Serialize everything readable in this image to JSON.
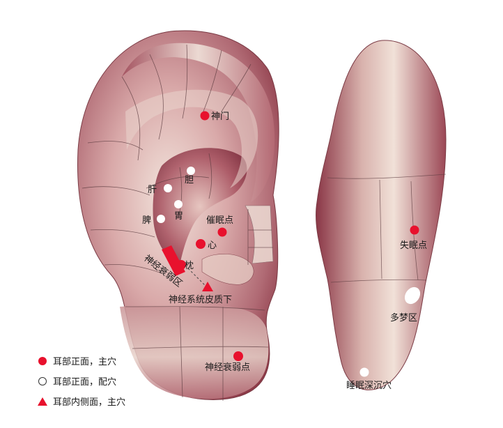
{
  "colors": {
    "main_point": "#e8112d",
    "aux_point": "#ffffff",
    "skin_dark": "#9b3f4e",
    "skin_mid": "#c98a8e",
    "skin_light": "#f3e6dc",
    "lines": "#5a3a3e"
  },
  "labels": {
    "shenmen": "神门",
    "dan": "胆",
    "gan": "肝",
    "wei": "胃",
    "pi": "脾",
    "cuimian": "催眠点",
    "xin": "心",
    "zhen": "枕",
    "shenjingshuairuo_qu": "神经衰弱区",
    "shenjingxitong": "神经系统皮质下",
    "shenjingshuairuo_dian": "神经衰弱点",
    "shimian": "失眠点",
    "duomeng": "多梦区",
    "shuimian": "睡眠深沉穴"
  },
  "legend": [
    {
      "icon": "red-circle-icon",
      "text": "耳部正面，主穴"
    },
    {
      "icon": "white-circle-icon",
      "text": "耳部正面，配穴"
    },
    {
      "icon": "red-triangle-icon",
      "text": "耳部内侧面，主穴"
    }
  ]
}
